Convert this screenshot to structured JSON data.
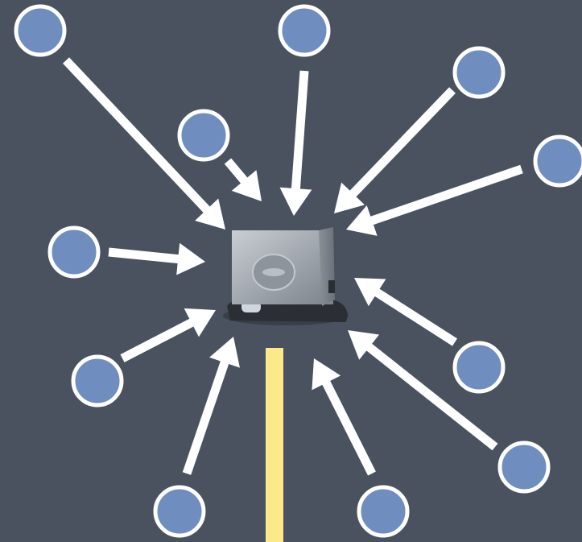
{
  "colors": {
    "background": "#4a5260",
    "node_fill": "#6f8dbf",
    "node_stroke": "#ffffff",
    "arrow": "#ffffff",
    "server_body": "#a7acb2",
    "server_badge": "#8c939b",
    "uplink_bar": "#fde88a"
  },
  "icons": {
    "center": "server-icon",
    "node": "client-node-icon"
  },
  "nodes": [
    {
      "name": "client-node-top-left"
    },
    {
      "name": "client-node-top-center"
    },
    {
      "name": "client-node-top-right"
    },
    {
      "name": "client-node-inner-top-left"
    },
    {
      "name": "client-node-right-upper"
    },
    {
      "name": "client-node-left-middle"
    },
    {
      "name": "client-node-left-lower"
    },
    {
      "name": "client-node-right-lower"
    },
    {
      "name": "client-node-right-bottom"
    },
    {
      "name": "client-node-bottom-left"
    },
    {
      "name": "client-node-bottom-right"
    }
  ]
}
